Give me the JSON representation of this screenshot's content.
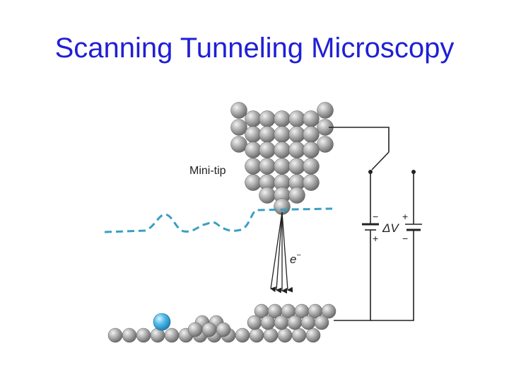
{
  "slide": {
    "title": "Scanning Tunneling Microscopy"
  },
  "diagram": {
    "tip_label": "Mini-tip",
    "electron_label": "e",
    "electron_superscript": "−",
    "voltage_label": "ΔV",
    "battery_left_top_sign": "−",
    "battery_left_bottom_sign": "+",
    "battery_right_top_sign": "+",
    "battery_right_bottom_sign": "−"
  },
  "colors": {
    "title": "#1f1fd6",
    "atom_gray": "#9a9a9a",
    "adatom_blue": "#4ab0e0",
    "dashed_profile": "#3a9fc4",
    "wire": "#222222"
  }
}
